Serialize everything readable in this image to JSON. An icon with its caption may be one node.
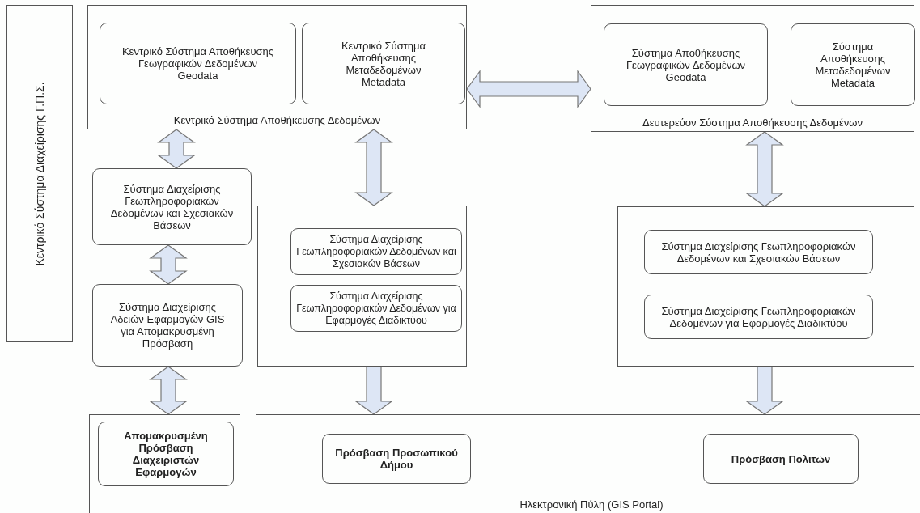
{
  "diagram": {
    "nodes": [
      {
        "text": [
          "Κεντρικό Σύστημα Διαχείρισης Γ.Π.Σ."
        ]
      },
      {
        "text": [
          "Κεντρικό Σύστημα Αποθήκευσης Δεδομένων"
        ]
      },
      {
        "text": [
          "Κεντρικό Σύστημα Αποθήκευσης Γεωγραφικών Δεδομένων",
          "Geodata"
        ],
        "in": 1
      },
      {
        "text": [
          "Κεντρικό Σύστημα Αποθήκευσης Μεταδεδομένων",
          "Metadata"
        ],
        "in": 1
      },
      {
        "text": [
          "Δευτερεύον Σύστημα Αποθήκευσης Δεδομένων"
        ]
      },
      {
        "text": [
          "Σύστημα Αποθήκευσης Γεωγραφικών Δεδομένων",
          "Geodata"
        ],
        "in": 4
      },
      {
        "text": [
          "Σύστημα Αποθήκευσης Μεταδεδομένων",
          "Metadata"
        ],
        "in": 4
      },
      {
        "text": [
          "Σύστημα Διαχείρισης Γεωπληροφοριακών Δεδομένων και Σχεσιακών Βάσεων"
        ]
      },
      {
        "text": [
          "Σύστημα Διαχείρισης Αδειών Εφαρμογών GIS για Απομακρυσμένη Πρόσβαση"
        ]
      },
      {
        "text": [],
        "shape": "box"
      },
      {
        "text": [
          "Σύστημα Διαχείρισης Γεωπληροφοριακών Δεδομένων και Σχεσιακών Βάσεων"
        ],
        "in": 9
      },
      {
        "text": [
          "Σύστημα Διαχείρισης Γεωπληροφοριακών Δεδομένων για Εφαρμογές Διαδικτύου"
        ],
        "in": 9
      },
      {
        "text": [],
        "shape": "box"
      },
      {
        "text": [
          "Σύστημα Διαχείρισης Γεωπληροφοριακών Δεδομένων και Σχεσιακών Βάσεων"
        ],
        "in": 12
      },
      {
        "text": [
          "Σύστημα Διαχείρισης Γεωπληροφοριακών Δεδομένων για Εφαρμογές Διαδικτύου"
        ],
        "in": 12
      },
      {
        "text": [],
        "shape": "box"
      },
      {
        "text": [
          "Απομακρυσμένη Πρόσβαση Διαχειριστών Εφαρμογών"
        ],
        "in": 15
      },
      {
        "text": [
          "Ηλεκτρονική Πύλη (GIS Portal)"
        ]
      },
      {
        "text": [
          "Πρόσβαση Προσωπικού Δήμου"
        ],
        "in": 17
      },
      {
        "text": [
          "Πρόσβαση Πολιτών"
        ],
        "in": 17
      }
    ],
    "edges": [
      {
        "from": 1,
        "to": 4,
        "arrow": "both"
      },
      {
        "from": 1,
        "to": 7,
        "arrow": "both"
      },
      {
        "from": 1,
        "to": 9,
        "arrow": "both"
      },
      {
        "from": 4,
        "to": 12,
        "arrow": "both"
      },
      {
        "from": 7,
        "to": 8,
        "arrow": "both"
      },
      {
        "from": 8,
        "to": 15,
        "arrow": "both"
      },
      {
        "from": 9,
        "to": 17,
        "arrow": "to"
      },
      {
        "from": 12,
        "to": 17,
        "arrow": "to"
      }
    ]
  }
}
